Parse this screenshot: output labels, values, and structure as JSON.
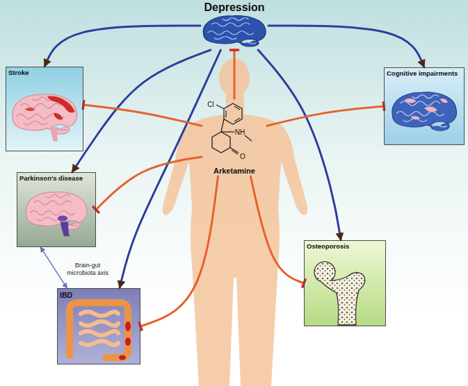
{
  "diagram": {
    "nodes": [
      {
        "text": [
          "Depression"
        ]
      },
      {
        "text": [
          "Stroke"
        ]
      },
      {
        "text": [
          "Cognitive impairments"
        ]
      },
      {
        "text": [
          "Arketamine"
        ]
      },
      {
        "text": [
          "Parkinson's disease"
        ]
      },
      {
        "text": [
          "Osteoporosis"
        ]
      },
      {
        "text": [
          "IBD"
        ]
      }
    ],
    "edges": [
      {
        "from": 0,
        "to": 1,
        "arrow": "to"
      },
      {
        "from": 0,
        "to": 2,
        "arrow": "to"
      },
      {
        "from": 0,
        "to": 4,
        "arrow": "to"
      },
      {
        "from": 0,
        "to": 6,
        "arrow": "to"
      },
      {
        "from": 0,
        "to": 5,
        "arrow": "to"
      },
      {
        "from": 3,
        "to": 0,
        "arrow": "to"
      },
      {
        "from": 3,
        "to": 1,
        "arrow": "to"
      },
      {
        "from": 3,
        "to": 2,
        "arrow": "to"
      },
      {
        "from": 3,
        "to": 4,
        "arrow": "to"
      },
      {
        "from": 3,
        "to": 6,
        "arrow": "to"
      },
      {
        "from": 3,
        "to": 5,
        "arrow": "to"
      },
      {
        "from": 4,
        "to": 6,
        "label": "Brain-gut microbiota axis",
        "arrow": "both"
      }
    ],
    "labels": [
      "Cl",
      "NH",
      "O"
    ]
  }
}
